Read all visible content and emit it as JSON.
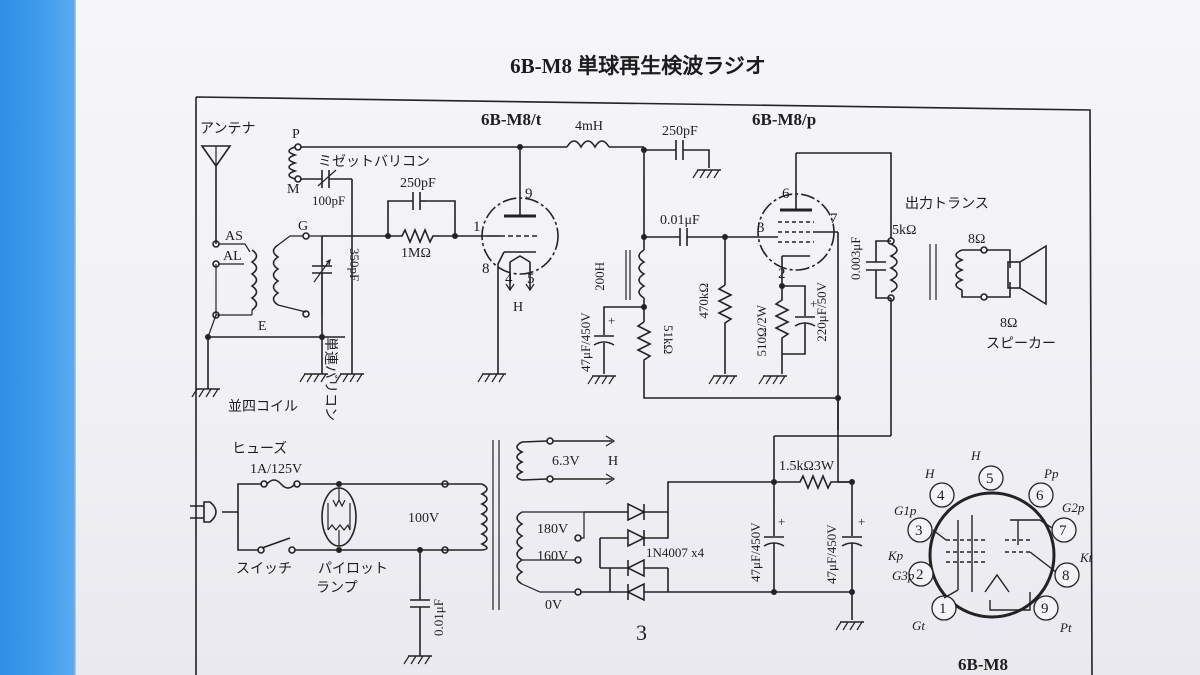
{
  "document": {
    "title": "6B-M8 単球再生検波ラジオ",
    "page_number": "3"
  },
  "tubes": {
    "triode_unit": "6B-M8/t",
    "pentode_unit": "6B-M8/p",
    "base_diagram_title": "6B-M8"
  },
  "antenna_section": {
    "antenna": "アンテナ",
    "as": "AS",
    "al": "AL",
    "g": "G",
    "e": "E",
    "p": "P",
    "m": "M",
    "coil": "並四コイル",
    "regen_vc": "ミゼットバリコン",
    "regen_vc_value": "100pF",
    "tuning_vc_value": "350pF",
    "tuning_vc": "単連バリコン"
  },
  "triode_section": {
    "grid_cap": "250pF",
    "grid_leak": "1MΩ",
    "pin1": "1",
    "pin9": "9",
    "pin8": "8",
    "pin4": "4",
    "pin5": "5",
    "heater": "H"
  },
  "plate_section": {
    "rf_choke": "4mH",
    "bypass_cap": "250pF",
    "coupling_cap": "0.01μF",
    "choke": "200H",
    "decoupling_cap": "47μF/450V",
    "decoupling_res": "51kΩ",
    "grid_res": "470kΩ",
    "cathode_res": "510Ω/2W",
    "cathode_cap": "220μF/50V"
  },
  "pentode_section": {
    "pin3": "3",
    "pin6": "6",
    "pin7": "7",
    "pin2": "2"
  },
  "output_section": {
    "transformer": "出力トランス",
    "primary": "5kΩ",
    "secondary": "8Ω",
    "shunt_cap": "0.003μF",
    "speaker_ohm": "8Ω",
    "speaker": "スピーカー"
  },
  "power_section": {
    "fuse": "ヒューズ",
    "fuse_rating": "1A/125V",
    "switch": "スイッチ",
    "pilot_lamp_1": "パイロット",
    "pilot_lamp_2": "ランプ",
    "primary_voltage": "100V",
    "line_cap": "0.01μF",
    "heater_voltage": "6.3V",
    "heater": "H",
    "tap_180": "180V",
    "tap_160": "160V",
    "tap_0": "0V",
    "rectifier": "1N4007 x4",
    "filter_res": "1.5kΩ3W",
    "filter_cap1": "47μF/450V",
    "filter_cap2": "47μF/450V"
  },
  "base_pins": {
    "p1": "1",
    "p2": "2",
    "p3": "3",
    "p4": "4",
    "p5": "5",
    "p6": "6",
    "p7": "7",
    "p8": "8",
    "p9": "9",
    "l_h1": "H",
    "l_h2": "H",
    "l_pp": "Pp",
    "l_g2p": "G2p",
    "l_kt": "Kt",
    "l_pt": "Pt",
    "l_gt": "Gt",
    "l_g3p": "G3p",
    "l_kp": "Kp",
    "l_g1p": "G1p"
  }
}
